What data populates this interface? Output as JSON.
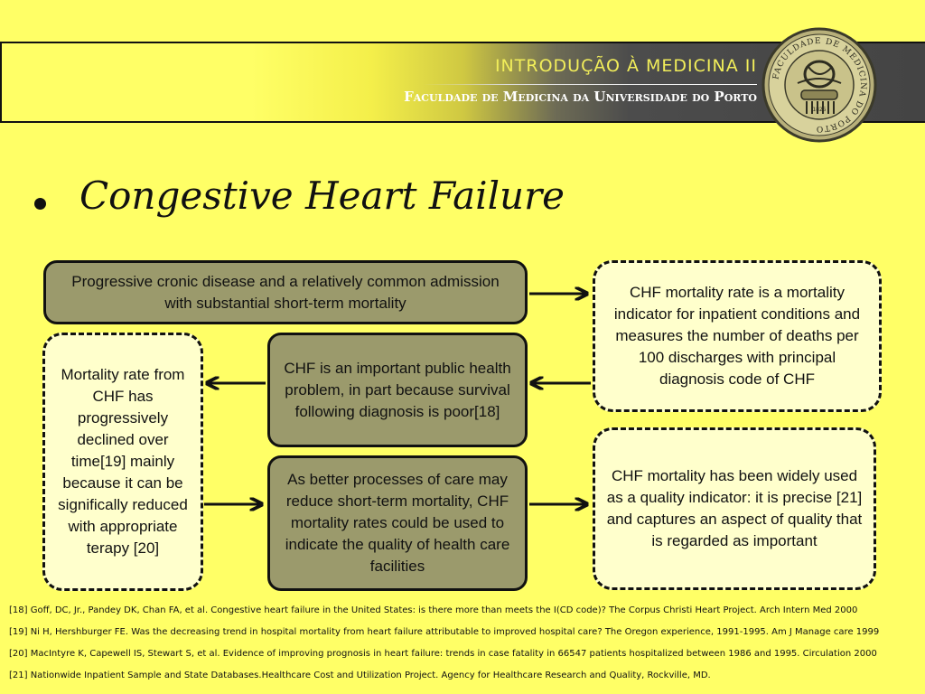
{
  "header": {
    "title": "INTRODUÇÃO À MEDICINA II",
    "subtitle": "Faculdade de Medicina da Universidade do Porto",
    "seal_text": "FACULDADE DE MEDICINA DO PORTO",
    "seal_year": "1825"
  },
  "slide": {
    "title": "Congestive Heart Failure"
  },
  "boxes": {
    "b1": "Progressive cronic disease and a relatively common admission with substantial  short-term mortality",
    "b2": "CHF mortality rate is a mortality indicator for inpatient conditions and measures the number of deaths per 100 discharges with principal diagnosis code of CHF",
    "b3": "Mortality rate from CHF has progressively declined over time[19] mainly because it can be significally reduced with appropriate terapy [20]",
    "b4": "CHF is an important public health problem, in part because survival following diagnosis is poor[18]",
    "b5": "As better processes of care may reduce short-term mortality, CHF mortality rates could be used to indicate the quality of health care facilities",
    "b6": "CHF mortality has been widely used as a quality indicator: it is precise [21] and captures an aspect of quality that is regarded as important"
  },
  "colors": {
    "background": "#ffff66",
    "solid_box": "#9b9a6c",
    "dashed_box": "#ffffcc",
    "header_dark": "#444444",
    "header_title": "#f2ee5a"
  },
  "references": [
    "[18] Goff, DC, Jr., Pandey DK, Chan FA, et al. Congestive heart failure in the United States: is there more than meets the I(CD code)? The Corpus Christi Heart Project. Arch Intern Med 2000",
    "[19] Ni H, Hershburger FE. Was the decreasing trend in hospital mortality from heart failure attributable to improved hospital care? The Oregon experience, 1991-1995. Am J Manage care 1999",
    "[20] MacIntyre K, Capewell IS, Stewart S, et al. Evidence of improving prognosis in heart failure: trends in case fatality in 66547 patients hospitalized between 1986 and 1995. Circulation 2000",
    "[21] Nationwide Inpatient Sample and State Databases.Healthcare Cost and Utilization Project. Agency for Healthcare Research and Quality, Rockville, MD."
  ]
}
